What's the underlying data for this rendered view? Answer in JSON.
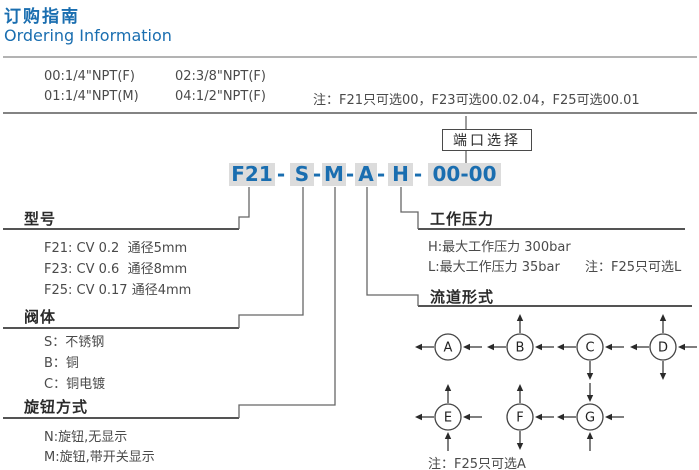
{
  "page": {
    "title_zh": "订购指南",
    "title_en": "Ordering Information"
  },
  "port_thread_options": {
    "row1": [
      "00:1/4\"NPT(F)",
      "02:3/8\"NPT(F)"
    ],
    "row2": [
      "01:1/4\"NPT(M)",
      "04:1/2\"NPT(F)"
    ],
    "note": "注：F21只可选00，F23可选00.02.04，F25可选00.01",
    "selector_label": "端口选择"
  },
  "order_code": {
    "segments": [
      "F21",
      "S",
      "M",
      "A",
      "H",
      "00-00"
    ],
    "separator": "-"
  },
  "sections": {
    "model": {
      "title": "型号",
      "items": [
        "F21: CV 0.2  通径5mm",
        "F23: CV 0.6  通径8mm",
        "F25: CV 0.17 通径4mm"
      ]
    },
    "valve_body": {
      "title": "阀体",
      "items": [
        "S：不锈钢",
        "B：铜",
        "C：铜电镀"
      ]
    },
    "knob": {
      "title": "旋钮方式",
      "items": [
        "N:旋钮,无显示",
        "M:旋钮,带开关显示"
      ]
    },
    "pressure": {
      "title": "工作压力",
      "items": [
        "H:最大工作压力 300bar",
        "L:最大工作压力 35bar"
      ],
      "note": "注：F25只可选L"
    },
    "flow": {
      "title": "流道形式",
      "note": "注：F25只可选A",
      "options": [
        {
          "label": "A",
          "arrows": [
            {
              "side": "left",
              "dir": "out"
            },
            {
              "side": "right",
              "dir": "in"
            }
          ]
        },
        {
          "label": "B",
          "arrows": [
            {
              "side": "top",
              "dir": "out"
            },
            {
              "side": "left",
              "dir": "out"
            },
            {
              "side": "right",
              "dir": "in"
            }
          ]
        },
        {
          "label": "C",
          "arrows": [
            {
              "side": "left",
              "dir": "out"
            },
            {
              "side": "right",
              "dir": "in"
            },
            {
              "side": "bottom",
              "dir": "out"
            }
          ]
        },
        {
          "label": "D",
          "arrows": [
            {
              "side": "top",
              "dir": "out"
            },
            {
              "side": "left",
              "dir": "out"
            },
            {
              "side": "right",
              "dir": "in"
            },
            {
              "side": "bottom",
              "dir": "out"
            }
          ]
        },
        {
          "label": "E",
          "arrows": [
            {
              "side": "top",
              "dir": "out"
            },
            {
              "side": "left",
              "dir": "out"
            },
            {
              "side": "right",
              "dir": "in"
            },
            {
              "side": "bottom",
              "dir": "in"
            }
          ]
        },
        {
          "label": "F",
          "arrows": [
            {
              "side": "top",
              "dir": "out"
            },
            {
              "side": "right",
              "dir": "in"
            },
            {
              "side": "bottom",
              "dir": "out"
            }
          ]
        },
        {
          "label": "G",
          "arrows": [
            {
              "side": "left",
              "dir": "out"
            },
            {
              "side": "right",
              "dir": "in"
            },
            {
              "side": "top",
              "dir": "in"
            },
            {
              "side": "bottom",
              "dir": "in"
            }
          ]
        }
      ]
    }
  },
  "colors": {
    "accent_blue": "#1a6eb0",
    "segment_background": "#dcdcdc",
    "line_gray": "#666666",
    "heading_text": "#2a2a2a",
    "body_text": "#4a4a4a"
  }
}
